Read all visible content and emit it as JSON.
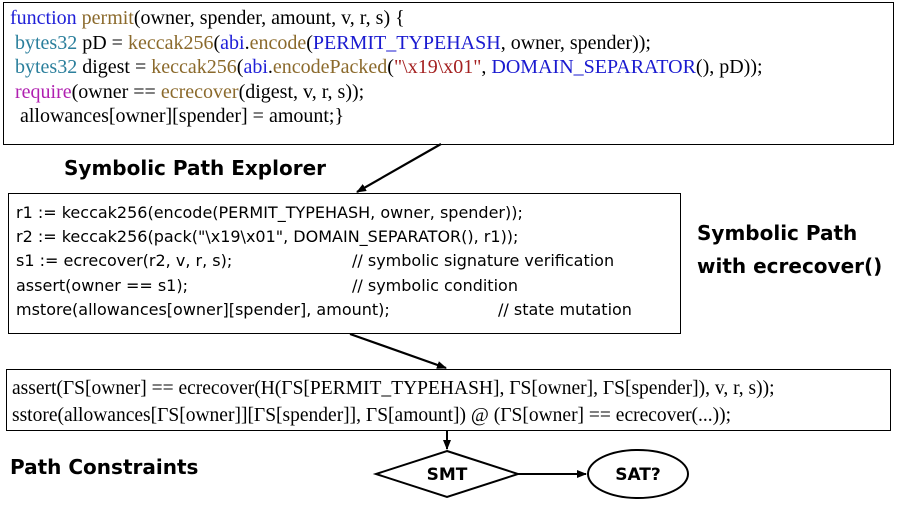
{
  "code": {
    "line1": {
      "kw_function": "function",
      "fn_permit": "permit",
      "params": "(owner, spender, amount, v, r, s) {"
    },
    "line2": {
      "indent": " ",
      "type": "bytes32",
      "assign": " pD = ",
      "fn_keccak": "keccak256",
      "open": "(",
      "abi": "abi",
      "dot": ".",
      "encode": "encode",
      "open2": "(",
      "const": "PERMIT_TYPEHASH",
      "rest": ", owner, spender));"
    },
    "line3": {
      "indent": " ",
      "type": "bytes32",
      "assign": " digest = ",
      "fn_keccak": "keccak256",
      "open": "(",
      "abi": "abi",
      "dot": ".",
      "encode_packed": "encodePacked",
      "open2": "(",
      "string": "\"\\x19\\x01\"",
      "comma": ", ",
      "const": "DOMAIN_SEPARATOR",
      "rest": "(), pD));"
    },
    "line4": {
      "indent": " ",
      "require": "require",
      "mid": "(owner == ",
      "ecrecover": "ecrecover",
      "rest": "(digest, v, r, s));"
    },
    "line5": "  allowances[owner][spender] = amount;}"
  },
  "explorer_label": "Symbolic Path Explorer",
  "symbolic_path": [
    {
      "code": "r1 := keccak256(encode(PERMIT_TYPEHASH, owner, spender));",
      "comment": ""
    },
    {
      "code": "r2 := keccak256(pack(\"\\x19\\x01\", DOMAIN_SEPARATOR(), r1));",
      "comment": ""
    },
    {
      "code": "s1 := ecrecover(r2, v, r, s);",
      "comment": "// symbolic signature verification"
    },
    {
      "code": "assert(owner == s1);",
      "comment": "// symbolic condition"
    },
    {
      "code": "mstore(allowances[owner][spender], amount);",
      "comment": "// state mutation"
    }
  ],
  "symbolic_label": {
    "line1": "Symbolic Path",
    "line2": "with ecrecover()"
  },
  "constraints": [
    "assert(ΓS[owner] == ecrecover(H(ΓS[PERMIT_TYPEHASH], ΓS[owner], ΓS[spender]), v, r, s));",
    "sstore(allowances[ΓS[owner]][ΓS[spender]], ΓS[amount]) @ (ΓS[owner] == ecrecover(...));"
  ],
  "path_constraints_label": "Path Constraints",
  "smt_label": "SMT",
  "sat_label": "SAT?",
  "colors": {
    "keyword": "#2020d8",
    "function": "#8b6a2c",
    "type": "#2b7f9c",
    "constant": "#1a1ad0",
    "string": "#a42020",
    "require": "#b020b0"
  }
}
